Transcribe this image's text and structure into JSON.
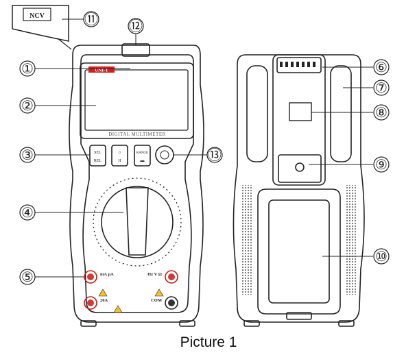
{
  "caption": "Picture 1",
  "front": {
    "brand": "UNI-T",
    "screen_label": "DIGITAL MULTIMETER",
    "ncv_label": "NCV",
    "buttons": [
      {
        "top": "SEL",
        "bottom": "REL"
      },
      {
        "top": "☼",
        "bottom": "H"
      },
      {
        "top": "RANGE",
        "bottom": "▬"
      }
    ],
    "jacks": [
      {
        "label": "mA µA"
      },
      {
        "label": "Hz V Ω"
      },
      {
        "label": "20A"
      },
      {
        "label": "COM"
      }
    ]
  },
  "callouts": [
    {
      "number": "①"
    },
    {
      "number": "②"
    },
    {
      "number": "③"
    },
    {
      "number": "④"
    },
    {
      "number": "⑤"
    },
    {
      "number": "⑥"
    },
    {
      "number": "⑦"
    },
    {
      "number": "⑧"
    },
    {
      "number": "⑨"
    },
    {
      "number": "⑩"
    },
    {
      "number": "⑪"
    },
    {
      "number": "⑫"
    },
    {
      "number": "⑬"
    }
  ],
  "colors": {
    "line": "#222222",
    "brand": "#d21f1f",
    "jack": "#d23a3a",
    "warning": "#f2c12e"
  }
}
